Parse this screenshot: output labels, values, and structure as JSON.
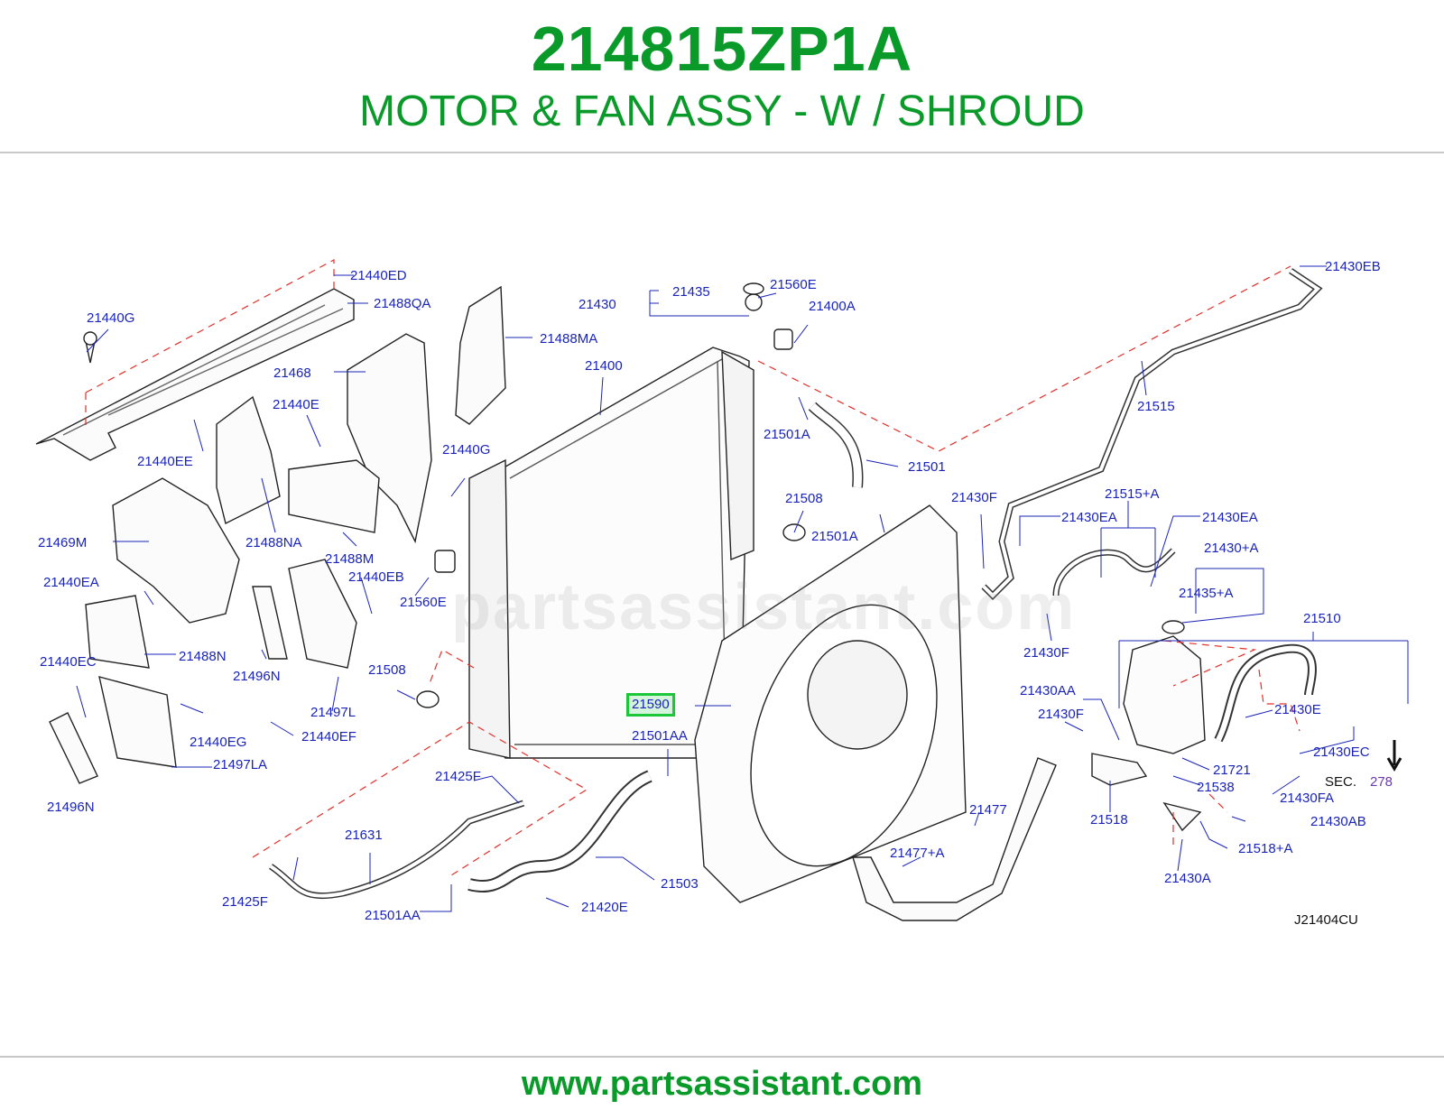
{
  "header": {
    "part_number": "214815ZP1A",
    "part_name": "MOTOR & FAN ASSY - W / SHROUD"
  },
  "footer": {
    "url": "www.partsassistant.com"
  },
  "diagram": {
    "watermark": "partsassistant.com",
    "ref_code": "J21404CU",
    "section_prefix": "SEC.",
    "section_number": "278",
    "highlighted_part": "21590",
    "callouts": {
      "c21440ED": "21440ED",
      "c21488QA": "21488QA",
      "c21440G_a": "21440G",
      "c21468": "21468",
      "c21488MA": "21488MA",
      "c21440E": "21440E",
      "c21440EE": "21440EE",
      "c21469M": "21469M",
      "c21488NA": "21488NA",
      "c21488M": "21488M",
      "c21440G_b": "21440G",
      "c21440EA_l": "21440EA",
      "c21440EB": "21440EB",
      "c21560E_l": "21560E",
      "c21488N": "21488N",
      "c21496N_a": "21496N",
      "c21440EC": "21440EC",
      "c21508_l": "21508",
      "c21497L": "21497L",
      "c21440EG": "21440EG",
      "c21440EF": "21440EF",
      "c21497LA": "21497LA",
      "c21496N_b": "21496N",
      "c21435": "21435",
      "c21430": "21430",
      "c21560E_t": "21560E",
      "c21400A": "21400A",
      "c21400": "21400",
      "c21501A_a": "21501A",
      "c21501": "21501",
      "c21508_r": "21508",
      "c21501A_b": "21501A",
      "c21590": "21590",
      "c21501AA_a": "21501AA",
      "c21425F_a": "21425F",
      "c21631": "21631",
      "c21425F_b": "21425F",
      "c21501AA_b": "21501AA",
      "c21420E": "21420E",
      "c21503": "21503",
      "c21430EB": "21430EB",
      "c21515": "21515",
      "c21430F_a": "21430F",
      "c21430EA_a": "21430EA",
      "c21515A": "21515+A",
      "c21430EA_b": "21430EA",
      "c21430A_plus": "21430+A",
      "c21435A": "21435+A",
      "c21430F_b": "21430F",
      "c21510": "21510",
      "c21430AA": "21430AA",
      "c21430E": "21430E",
      "c21430F_c": "21430F",
      "c21430EC": "21430EC",
      "c21721": "21721",
      "c21538": "21538",
      "c21430FA": "21430FA",
      "c21518": "21518",
      "c21430AB": "21430AB",
      "c21477": "21477",
      "c21477A": "21477+A",
      "c21518A": "21518+A",
      "c21430A": "21430A"
    }
  },
  "colors": {
    "brand_green": "#0a9a2a",
    "callout_blue": "#1a24b8",
    "highlight_green": "#1cc83a",
    "dashed_red": "#e0302a"
  }
}
